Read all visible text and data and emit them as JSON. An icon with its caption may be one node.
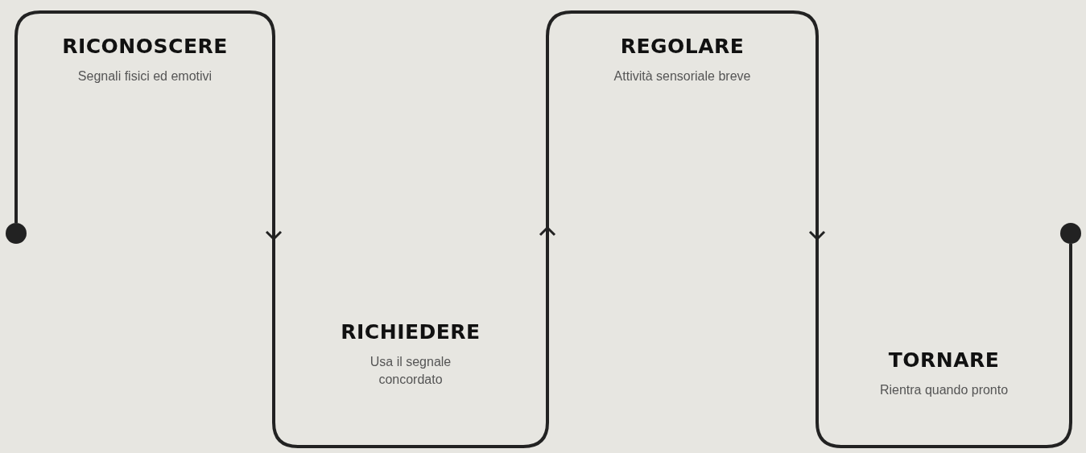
{
  "diagram": {
    "nodes": [
      {
        "text": [],
        "shape": "circle"
      },
      {
        "text": [
          "RICONOSCERE",
          "Segnali fisici ed emotivi"
        ]
      },
      {
        "text": [
          "RICHIEDERE",
          "Usa il segnale concordato"
        ]
      },
      {
        "text": [
          "REGOLARE",
          "Attività sensoriale breve"
        ]
      },
      {
        "text": [
          "TORNARE",
          "Rientra quando pronto"
        ]
      },
      {
        "text": [],
        "shape": "circle"
      }
    ],
    "edges": [
      {
        "from": 0,
        "to": 1,
        "arrow": "none"
      },
      {
        "from": 1,
        "to": 2,
        "arrow": "to"
      },
      {
        "from": 2,
        "to": 3,
        "arrow": "to"
      },
      {
        "from": 3,
        "to": 4,
        "arrow": "to"
      },
      {
        "from": 4,
        "to": 5,
        "arrow": "none"
      }
    ]
  }
}
